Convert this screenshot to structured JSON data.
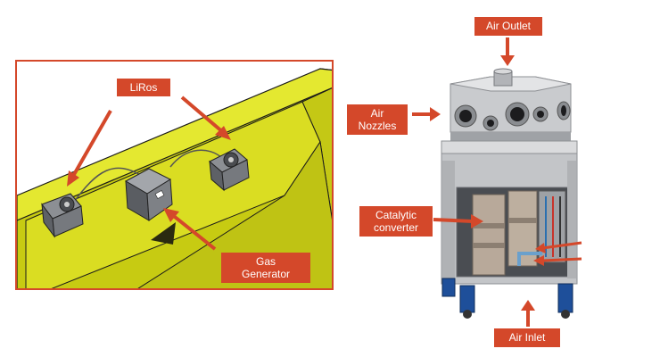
{
  "left_panel": {
    "liros_label": "LiRos",
    "gas_generator_label": "Gas\nGenerator"
  },
  "right_panel": {
    "air_outlet_label": "Air Outlet",
    "air_nozzles_label": "Air\nNozzles",
    "catalytic_label": "Catalytic\nconverter",
    "air_inlet_label": "Air Inlet"
  },
  "colors": {
    "accent": "#d4482a",
    "channel_yellow": "#d8dc1e",
    "steel": "#b9bcc0"
  }
}
